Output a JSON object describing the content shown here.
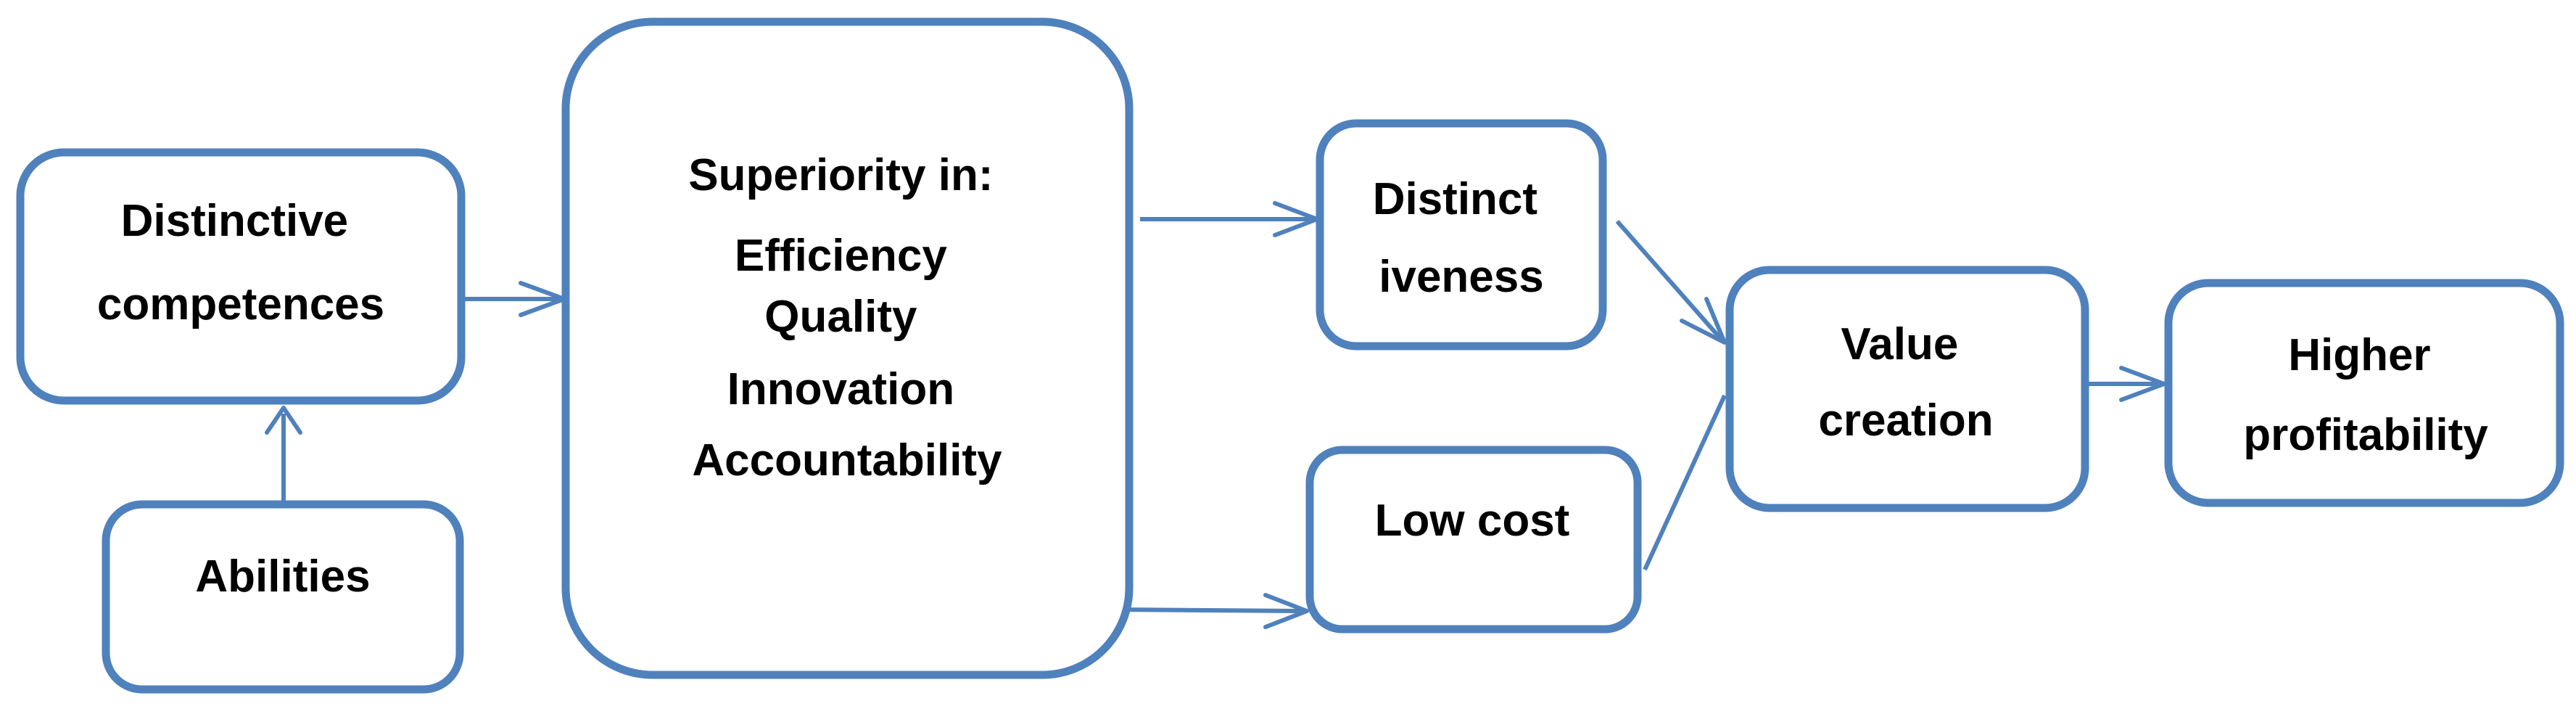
{
  "diagram": {
    "nodes": {
      "distinctive_competences": {
        "lines": [
          "Distinctive",
          "competences"
        ]
      },
      "abilities": {
        "lines": [
          "Abilities"
        ]
      },
      "superiority": {
        "lines": [
          "Superiority in:",
          "Efficiency",
          "Quality",
          "Innovation",
          "Accountability"
        ]
      },
      "distinctiveness": {
        "lines": [
          "Distinct",
          "iveness"
        ]
      },
      "low_cost": {
        "lines": [
          "Low cost"
        ]
      },
      "value_creation": {
        "lines": [
          "Value",
          "creation"
        ]
      },
      "higher_profitability": {
        "lines": [
          "Higher",
          "profitability"
        ]
      }
    },
    "edges": [
      {
        "from": "abilities",
        "to": "distinctive_competences"
      },
      {
        "from": "distinctive_competences",
        "to": "superiority"
      },
      {
        "from": "superiority",
        "to": "distinctiveness"
      },
      {
        "from": "superiority",
        "to": "low_cost"
      },
      {
        "from": "distinctiveness",
        "to": "value_creation"
      },
      {
        "from": "low_cost",
        "to": "value_creation"
      },
      {
        "from": "value_creation",
        "to": "higher_profitability"
      }
    ],
    "colors": {
      "stroke": "#4f81bd",
      "fill": "#ffffff",
      "text": "#000000"
    }
  }
}
